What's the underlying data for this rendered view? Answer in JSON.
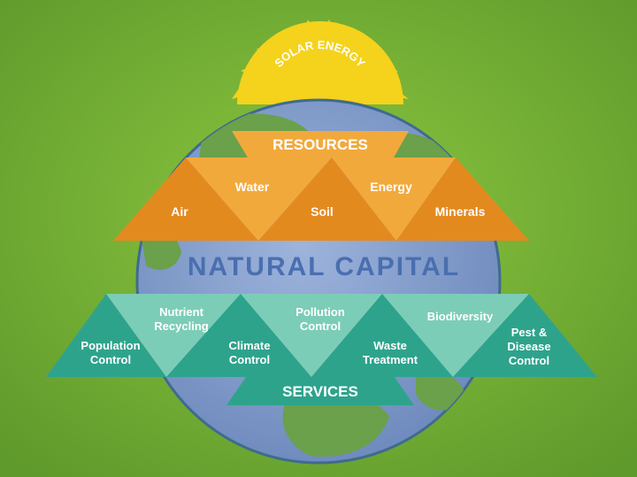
{
  "sun": {
    "label": "SOLAR ENERGY"
  },
  "resources": {
    "title": "RESOURCES",
    "items": {
      "air": "Air",
      "water": "Water",
      "soil": "Soil",
      "energy": "Energy",
      "minerals": "Minerals"
    }
  },
  "center": {
    "title": "NATURAL CAPITAL"
  },
  "services": {
    "title": "SERVICES",
    "items": {
      "population_1": "Population",
      "population_2": "Control",
      "nutrient_1": "Nutrient",
      "nutrient_2": "Recycling",
      "climate_1": "Climate",
      "climate_2": "Control",
      "pollution_1": "Pollution",
      "pollution_2": "Control",
      "waste_1": "Waste",
      "waste_2": "Treatment",
      "biodiversity": "Biodiversity",
      "pest_1": "Pest &",
      "pest_2": "Disease",
      "pest_3": "Control"
    }
  },
  "colors": {
    "background": "#79b63a",
    "sun": "#f5d21c",
    "ocean": "#7d98c6",
    "land": "#6aa14a",
    "resources_dark": "#e38a1f",
    "resources_light": "#f2a93c",
    "services_dark": "#2ea38c",
    "services_light": "#7ccdb7",
    "center_text": "#4a6fb0"
  }
}
